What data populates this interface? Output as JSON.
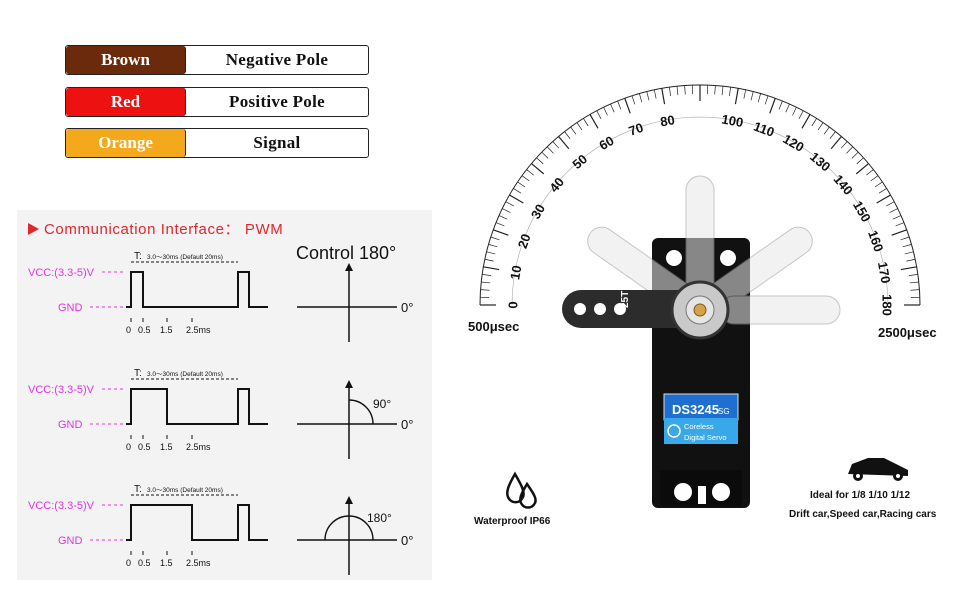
{
  "wires": [
    {
      "color": "Brown",
      "function": "Negative Pole",
      "swatch": "#6b2a0c"
    },
    {
      "color": "Red",
      "function": "Positive Pole",
      "swatch": "#ee1111"
    },
    {
      "color": "Orange",
      "function": "Signal",
      "swatch": "#f4a91c"
    }
  ],
  "interface": {
    "title": "Communication Interface： PWM",
    "control_label": "Control 180°",
    "vcc_label": "VCC:(3.3-5)V",
    "gnd_label": "GND",
    "period_label": "T:",
    "period_note": "3.0～30ms (Default 20ms)",
    "ticks": [
      "0",
      "0.5",
      "1.5",
      "2.5ms"
    ],
    "zero_deg": "0°",
    "deg_90": "90°",
    "deg_180": "180°"
  },
  "protractor": {
    "labels": [
      "0",
      "10",
      "20",
      "30",
      "40",
      "50",
      "60",
      "70",
      "80",
      "100",
      "110",
      "120",
      "130",
      "140",
      "150",
      "160",
      "170",
      "180"
    ],
    "min_pulse": "500μsec",
    "max_pulse": "2500μsec"
  },
  "servo": {
    "model": "DS3245",
    "model_suffix": "SG",
    "sticker_line1": "Coreless",
    "sticker_line2": "Digital Servo",
    "horn_label": "25T"
  },
  "features": {
    "waterproof": "Waterproof IP66",
    "ideal_line1": "Ideal for 1/8 1/10 1/12",
    "ideal_line2": "Drift car,Speed car,Racing cars"
  },
  "colors": {
    "accent_red": "#e0272d",
    "magenta": "#e234e2",
    "sticker_blue": "#38a8e8"
  }
}
